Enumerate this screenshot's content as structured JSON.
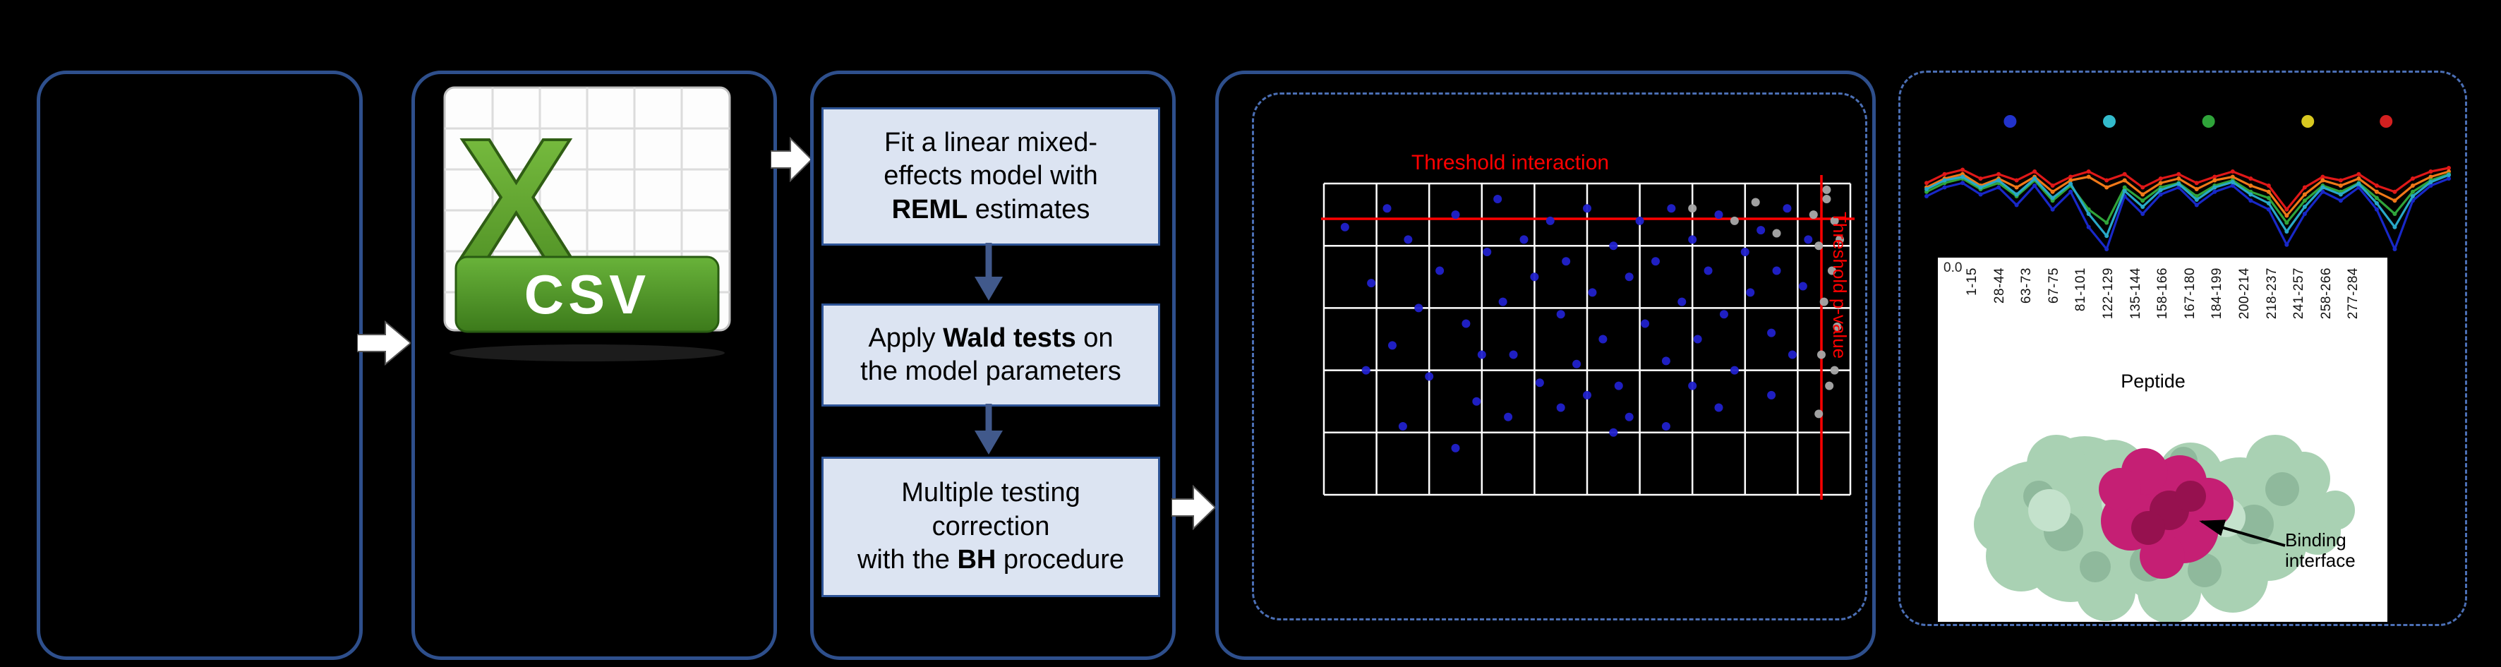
{
  "colors": {
    "box_border": "#2e4f8c",
    "dashed_border": "#4b6fb5",
    "step_fill": "#dce4f2",
    "step_border": "#2e5496",
    "threshold_red": "#ff0000",
    "blue_dot": "#2121cc",
    "gray_dot": "#a9a9a9"
  },
  "csv": {
    "x_letter": "X",
    "label": "CSV"
  },
  "steps": {
    "step1": {
      "lines": [
        [
          {
            "t": "Fit a linear mixed-"
          }
        ],
        [
          {
            "t": "effects model with"
          }
        ],
        [
          {
            "t": "REML",
            "b": true
          },
          {
            "t": " estimates"
          }
        ]
      ]
    },
    "step2": {
      "lines": [
        [
          {
            "t": "Apply "
          },
          {
            "t": "Wald tests",
            "b": true
          },
          {
            "t": " on"
          }
        ],
        [
          {
            "t": "the model parameters"
          }
        ]
      ]
    },
    "step3": {
      "lines": [
        [
          {
            "t": "Multiple testing"
          }
        ],
        [
          {
            "t": "correction"
          }
        ],
        [
          {
            "t": "with the "
          },
          {
            "t": "BH",
            "b": true
          },
          {
            "t": " procedure"
          }
        ]
      ]
    }
  },
  "volcano": {
    "threshold_top_label": "Threshold interaction",
    "threshold_right_label": "Threshold p-value",
    "grid": {
      "cols": 10,
      "rows": 5
    },
    "points": [
      [
        0.04,
        0.14,
        "b"
      ],
      [
        0.09,
        0.32,
        "b"
      ],
      [
        0.13,
        0.52,
        "b"
      ],
      [
        0.16,
        0.18,
        "b"
      ],
      [
        0.18,
        0.4,
        "b"
      ],
      [
        0.2,
        0.62,
        "b"
      ],
      [
        0.22,
        0.28,
        "b"
      ],
      [
        0.25,
        0.1,
        "b"
      ],
      [
        0.27,
        0.45,
        "b"
      ],
      [
        0.29,
        0.7,
        "b"
      ],
      [
        0.31,
        0.22,
        "b"
      ],
      [
        0.33,
        0.05,
        "b"
      ],
      [
        0.34,
        0.38,
        "b"
      ],
      [
        0.36,
        0.55,
        "b"
      ],
      [
        0.38,
        0.18,
        "b"
      ],
      [
        0.4,
        0.3,
        "b"
      ],
      [
        0.41,
        0.64,
        "b"
      ],
      [
        0.43,
        0.12,
        "b"
      ],
      [
        0.45,
        0.42,
        "b"
      ],
      [
        0.46,
        0.25,
        "b"
      ],
      [
        0.48,
        0.58,
        "b"
      ],
      [
        0.5,
        0.08,
        "b"
      ],
      [
        0.51,
        0.35,
        "b"
      ],
      [
        0.53,
        0.5,
        "b"
      ],
      [
        0.55,
        0.2,
        "b"
      ],
      [
        0.56,
        0.65,
        "b"
      ],
      [
        0.58,
        0.3,
        "b"
      ],
      [
        0.6,
        0.12,
        "b"
      ],
      [
        0.61,
        0.45,
        "b"
      ],
      [
        0.63,
        0.25,
        "b"
      ],
      [
        0.65,
        0.57,
        "b"
      ],
      [
        0.66,
        0.08,
        "b"
      ],
      [
        0.68,
        0.38,
        "b"
      ],
      [
        0.7,
        0.18,
        "b"
      ],
      [
        0.71,
        0.5,
        "b"
      ],
      [
        0.73,
        0.28,
        "b"
      ],
      [
        0.75,
        0.1,
        "b"
      ],
      [
        0.76,
        0.42,
        "b"
      ],
      [
        0.78,
        0.6,
        "b"
      ],
      [
        0.8,
        0.22,
        "b"
      ],
      [
        0.81,
        0.35,
        "b"
      ],
      [
        0.83,
        0.15,
        "b"
      ],
      [
        0.85,
        0.48,
        "b"
      ],
      [
        0.86,
        0.28,
        "b"
      ],
      [
        0.88,
        0.08,
        "b"
      ],
      [
        0.89,
        0.55,
        "b"
      ],
      [
        0.91,
        0.33,
        "b"
      ],
      [
        0.92,
        0.18,
        "b"
      ],
      [
        0.55,
        0.8,
        "b"
      ],
      [
        0.35,
        0.75,
        "b"
      ],
      [
        0.25,
        0.85,
        "b"
      ],
      [
        0.45,
        0.72,
        "b"
      ],
      [
        0.15,
        0.78,
        "b"
      ],
      [
        0.65,
        0.78,
        "b"
      ],
      [
        0.75,
        0.72,
        "b"
      ],
      [
        0.08,
        0.6,
        "b"
      ],
      [
        0.12,
        0.08,
        "b"
      ],
      [
        0.58,
        0.75,
        "b"
      ],
      [
        0.3,
        0.55,
        "b"
      ],
      [
        0.5,
        0.68,
        "b"
      ],
      [
        0.7,
        0.65,
        "b"
      ],
      [
        0.85,
        0.68,
        "b"
      ],
      [
        0.955,
        0.05,
        "g"
      ],
      [
        0.97,
        0.12,
        "g"
      ],
      [
        0.94,
        0.2,
        "g"
      ],
      [
        0.965,
        0.28,
        "g"
      ],
      [
        0.95,
        0.38,
        "g"
      ],
      [
        0.975,
        0.46,
        "g"
      ],
      [
        0.945,
        0.55,
        "g"
      ],
      [
        0.96,
        0.65,
        "g"
      ],
      [
        0.93,
        0.1,
        "g"
      ],
      [
        0.98,
        0.18,
        "g"
      ],
      [
        0.94,
        0.74,
        "g"
      ],
      [
        0.97,
        0.6,
        "g"
      ],
      [
        0.78,
        0.12,
        "g"
      ],
      [
        0.82,
        0.06,
        "g"
      ],
      [
        0.7,
        0.08,
        "g"
      ],
      [
        0.86,
        0.16,
        "g"
      ],
      [
        0.955,
        0.02,
        "g"
      ]
    ]
  },
  "profile": {
    "tick_label": "0.0",
    "dot_colors": [
      "#2233cc",
      "#33bbcc",
      "#2fa43a",
      "#d8c820",
      "#d42020"
    ],
    "dot_x": [
      0.16,
      0.35,
      0.54,
      0.73,
      0.88
    ],
    "series": [
      {
        "name": "red",
        "color": "#e01818",
        "y": [
          0.25,
          0.15,
          0.1,
          0.2,
          0.15,
          0.22,
          0.12,
          0.28,
          0.18,
          0.12,
          0.22,
          0.15,
          0.3,
          0.2,
          0.15,
          0.25,
          0.18,
          0.12,
          0.2,
          0.28,
          0.55,
          0.3,
          0.18,
          0.22,
          0.15,
          0.28,
          0.35,
          0.2,
          0.12,
          0.08
        ]
      },
      {
        "name": "orange",
        "color": "#f07818",
        "y": [
          0.3,
          0.2,
          0.15,
          0.28,
          0.2,
          0.3,
          0.18,
          0.35,
          0.22,
          0.18,
          0.3,
          0.22,
          0.38,
          0.25,
          0.2,
          0.32,
          0.22,
          0.18,
          0.28,
          0.35,
          0.62,
          0.38,
          0.22,
          0.28,
          0.2,
          0.35,
          0.45,
          0.28,
          0.18,
          0.12
        ]
      },
      {
        "name": "green",
        "color": "#2fa43a",
        "y": [
          0.35,
          0.25,
          0.2,
          0.32,
          0.25,
          0.4,
          0.22,
          0.45,
          0.28,
          0.55,
          0.7,
          0.3,
          0.45,
          0.3,
          0.25,
          0.4,
          0.28,
          0.22,
          0.35,
          0.42,
          0.7,
          0.45,
          0.28,
          0.35,
          0.25,
          0.42,
          0.6,
          0.35,
          0.22,
          0.15
        ]
      },
      {
        "name": "blue",
        "color": "#1828c8",
        "y": [
          0.4,
          0.3,
          0.25,
          0.38,
          0.3,
          0.5,
          0.28,
          0.55,
          0.35,
          0.75,
          1.0,
          0.4,
          0.6,
          0.38,
          0.3,
          0.5,
          0.35,
          0.28,
          0.45,
          0.55,
          0.95,
          0.6,
          0.35,
          0.45,
          0.3,
          0.55,
          1.0,
          0.45,
          0.28,
          0.2
        ]
      },
      {
        "name": "teal",
        "color": "#28a8c8",
        "y": [
          0.32,
          0.22,
          0.18,
          0.3,
          0.22,
          0.38,
          0.2,
          0.42,
          0.26,
          0.6,
          0.85,
          0.34,
          0.52,
          0.33,
          0.26,
          0.44,
          0.3,
          0.24,
          0.38,
          0.48,
          0.8,
          0.52,
          0.3,
          0.38,
          0.26,
          0.48,
          0.75,
          0.4,
          0.24,
          0.16
        ]
      }
    ],
    "peptides": [
      "1-15",
      "28-44",
      "63-73",
      "67-75",
      "81-101",
      "122-129",
      "135-144",
      "158-166",
      "167-180",
      "184-199",
      "200-214",
      "218-237",
      "241-257",
      "258-266",
      "277-284"
    ],
    "axis_label": "Peptide",
    "binding_label_line1": "Binding",
    "binding_label_line2": "interface"
  }
}
